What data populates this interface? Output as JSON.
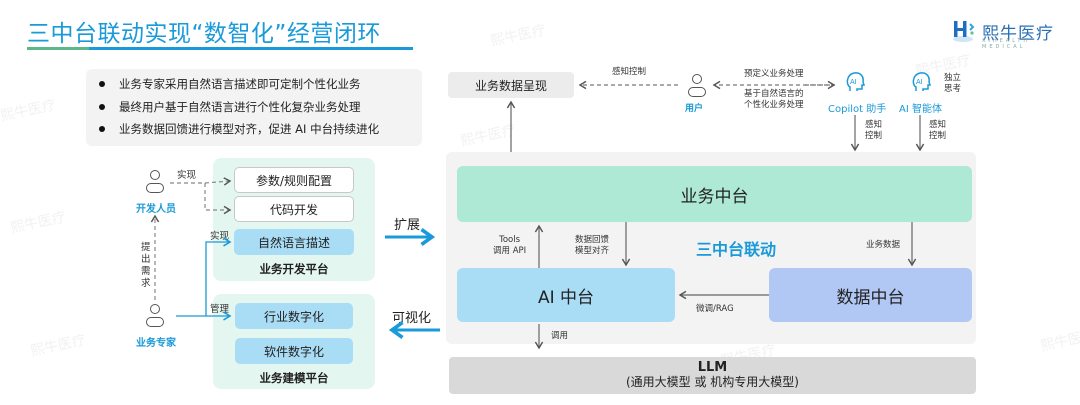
{
  "title": "三中台联动实现“数智化”经营闭环",
  "logo": {
    "name": "熙牛医疗",
    "subtitle": "XIHEALTH MEDICAL"
  },
  "watermark": "熙牛医疗",
  "bullets": [
    "业务专家采用自然语言描述即可定制个性化业务",
    "最终用户基于自然语言进行个性化复杂业务处理",
    "业务数据回馈进行模型对齐，促进 AI 中台持续进化"
  ],
  "left": {
    "roles": {
      "developer": "开发人员",
      "expert": "业务专家"
    },
    "labels": {
      "implement1": "实现",
      "implement2": "实现",
      "manage": "管理",
      "request": "提出需求"
    },
    "dev_platform": {
      "name": "业务开发平台",
      "items": [
        "参数/规则配置",
        "代码开发",
        "自然语言描述"
      ]
    },
    "model_platform": {
      "name": "业务建模平台",
      "items": [
        "行业数字化",
        "软件数字化"
      ]
    }
  },
  "middle_arrows": {
    "expand": "扩展",
    "visualize": "可视化"
  },
  "right": {
    "business_presentation": "业务数据呈现",
    "user": "用户",
    "sense_control_top": "感知控制",
    "predefined": "预定义业务处理",
    "nl_personal": "基于自然语言的\n个性化业务处理",
    "copilot": "Copilot 助手",
    "agent": "AI 智能体",
    "independent": "独立\n思考",
    "sense_control_1": "感知\n控制",
    "sense_control_2": "感知\n控制",
    "business_mid": "业务中台",
    "ai_mid": "AI 中台",
    "data_mid": "数据中台",
    "linkage": "三中台联动",
    "tools_api": "Tools\n调用 API",
    "feedback": "数据回馈\n模型对齐",
    "business_data": "业务数据",
    "finetune": "微调/RAG",
    "invoke": "调用",
    "llm_title": "LLM",
    "llm_sub": "(通用大模型 或 机构专用大模型)"
  },
  "colors": {
    "accent": "#1a9ad8",
    "green": "#ade9d4",
    "blue": "#a9dcf5",
    "purple": "#b2c8f4"
  }
}
